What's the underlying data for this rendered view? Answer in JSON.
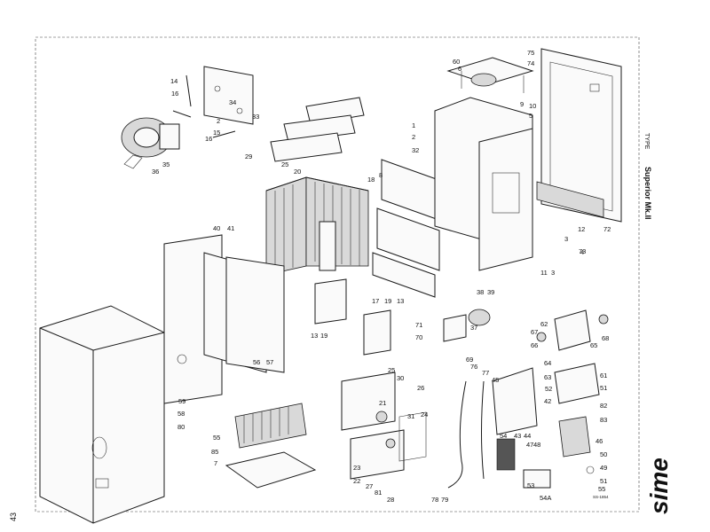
{
  "page_number": "43",
  "header": {
    "type_label": "TYPE",
    "model_name": "Superior Mk.II"
  },
  "brand": {
    "logo_text": "sime",
    "color": "#1a1a1a"
  },
  "drawing_code": "SS-1854",
  "callouts": [
    "14",
    "16",
    "34",
    "33",
    "2",
    "15",
    "16",
    "35",
    "36",
    "29",
    "25",
    "20",
    "18",
    "8",
    "32",
    "1",
    "2",
    "60",
    "6",
    "75",
    "74",
    "9",
    "10",
    "5",
    "12",
    "73",
    "72",
    "3",
    "4",
    "11",
    "3",
    "40",
    "41",
    "13",
    "19",
    "17",
    "19",
    "13",
    "38",
    "39",
    "71",
    "70",
    "37",
    "69",
    "62",
    "67",
    "66",
    "65",
    "64",
    "68",
    "63",
    "61",
    "51",
    "52",
    "42",
    "82",
    "83",
    "56",
    "57",
    "59",
    "58",
    "80",
    "55",
    "85",
    "7",
    "25",
    "30",
    "26",
    "21",
    "31",
    "24",
    "23",
    "22",
    "27",
    "81",
    "28",
    "78",
    "79",
    "76",
    "77",
    "45",
    "43",
    "44",
    "47",
    "48",
    "54",
    "53",
    "54A",
    "46",
    "50",
    "49",
    "51",
    "55"
  ]
}
